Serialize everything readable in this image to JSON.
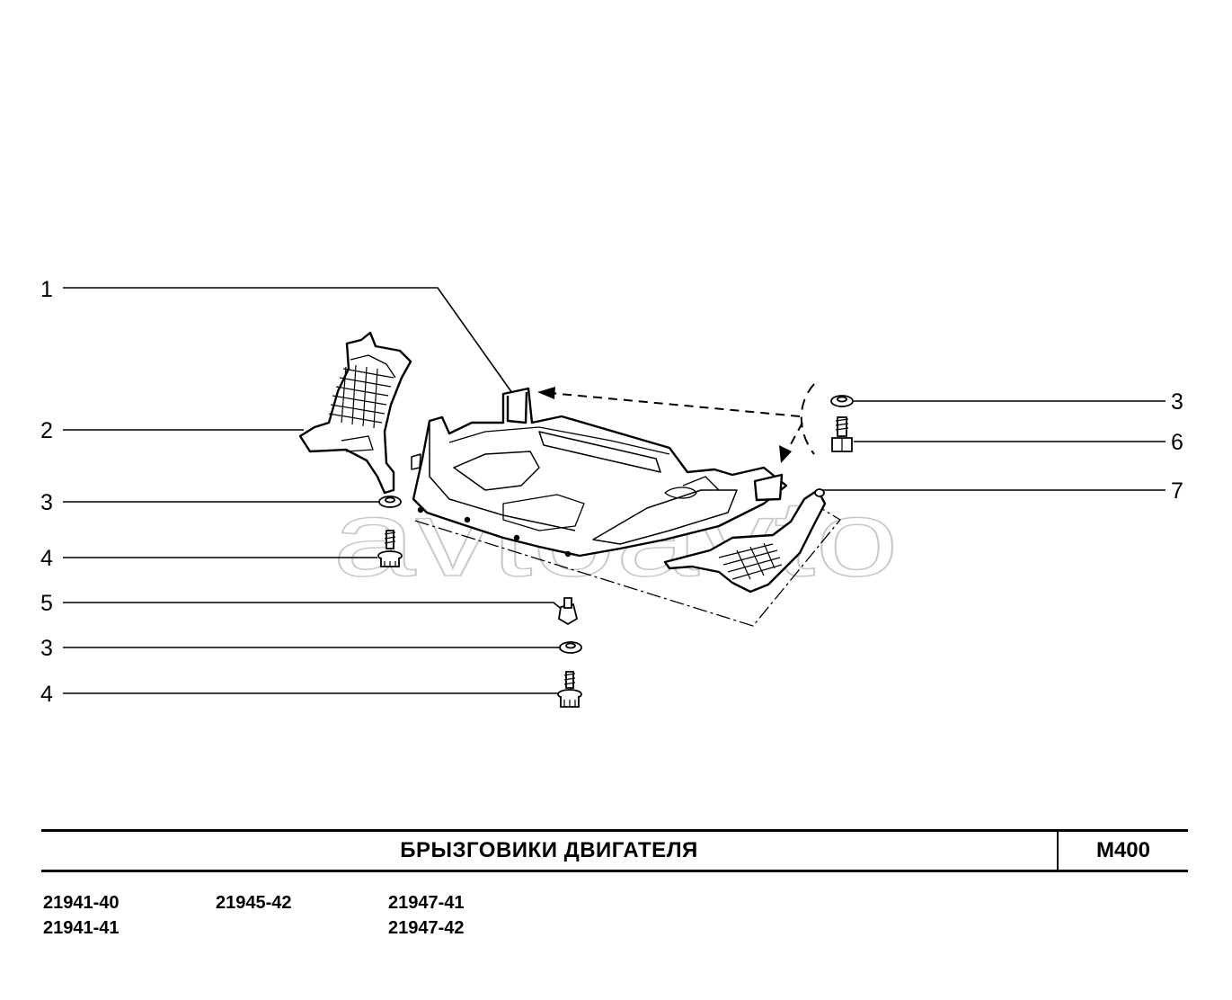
{
  "watermark": "avtoavto",
  "callouts": {
    "left": [
      "1",
      "2",
      "3",
      "4",
      "5",
      "3",
      "4"
    ],
    "right": [
      "3",
      "6",
      "7"
    ]
  },
  "title": {
    "name": "БРЫЗГОВИКИ  ДВИГАТЕЛЯ",
    "code": "M400"
  },
  "models": {
    "col1": [
      "21941-40",
      "21941-41"
    ],
    "col2": [
      "21945-42"
    ],
    "col3": [
      "21947-41",
      "21947-42"
    ]
  }
}
